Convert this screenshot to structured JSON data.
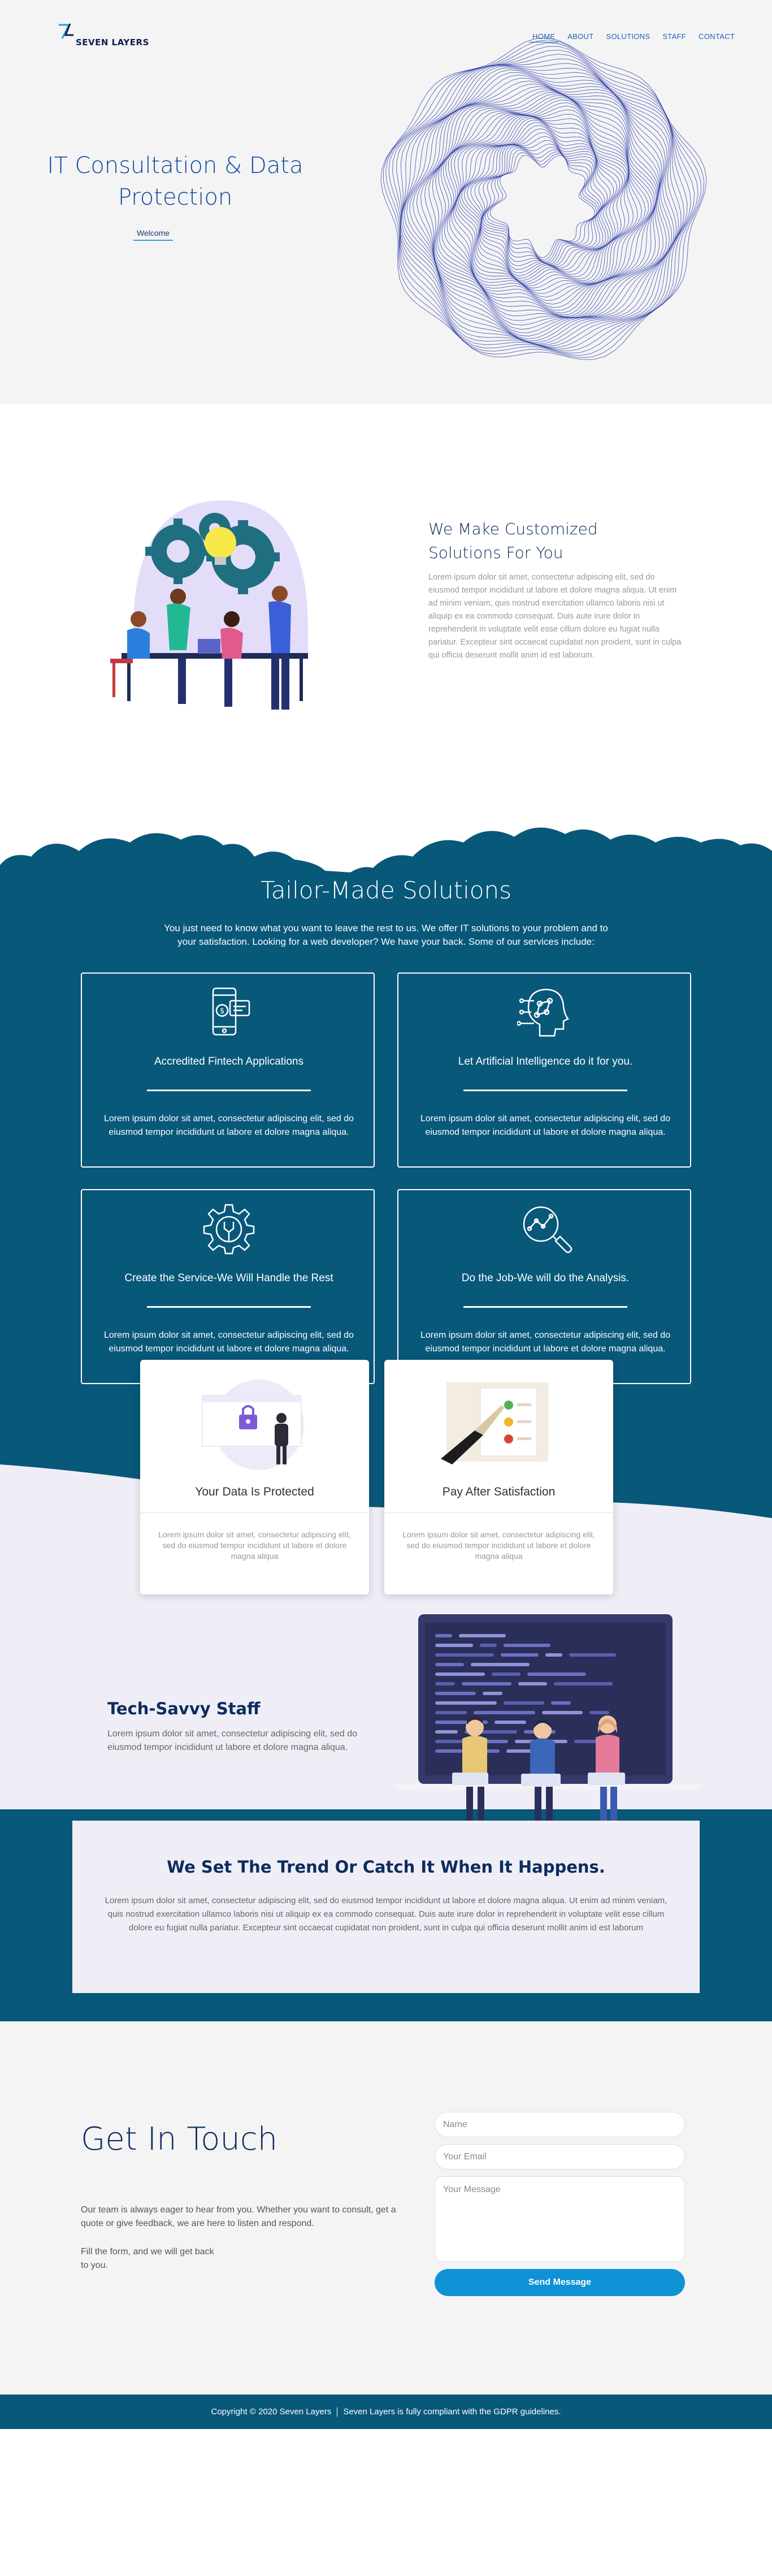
{
  "brand": {
    "name": "SEVEN LAYERS",
    "mark": "7L"
  },
  "nav": {
    "items": [
      {
        "label": "HOME"
      },
      {
        "label": "ABOUT"
      },
      {
        "label": "SOLUTIONS"
      },
      {
        "label": "STAFF"
      },
      {
        "label": "CONTACT"
      }
    ]
  },
  "hero": {
    "title": "IT Consultation & Data Protection",
    "button": "Welcome"
  },
  "custom": {
    "title": "We Make Customized Solutions For You",
    "text": "Lorem ipsum dolor sit amet, consectetur adipiscing elit, sed do eiusmod tempor incididunt ut labore et dolore magna aliqua. Ut enim ad minim veniam, quis nostrud exercitation ullamco laboris nisi ut aliquip ex ea commodo consequat. Duis aute irure dolor in reprehenderit in voluptate velit esse cillum dolore eu fugiat nulla pariatur. Excepteur sint occaecat cupidatat non proident, sunt in culpa qui officia deserunt mollit anim id est laborum."
  },
  "solutions": {
    "title": "Tailor-Made Solutions",
    "subtitle": "You just need to know what you want to leave the rest to us. We offer IT solutions to your problem and to your satisfaction. Looking for a web developer? We have your back. Some of our services include:",
    "services": [
      {
        "title": "Accredited Fintech Applications",
        "text": "Lorem ipsum dolor sit amet, consectetur adipiscing elit, sed do eiusmod tempor incididunt ut labore et dolore magna aliqua.",
        "icon": "mobile-payment-icon"
      },
      {
        "title": "Let Artificial Intelligence do it for you.",
        "text": "Lorem ipsum dolor sit amet, consectetur adipiscing elit, sed do eiusmod tempor incididunt ut labore et dolore magna aliqua.",
        "icon": "ai-head-icon"
      },
      {
        "title": "Create the Service-We Will Handle the Rest",
        "text": "Lorem ipsum dolor sit amet, consectetur adipiscing elit, sed do eiusmod tempor incididunt ut labore et dolore magna aliqua.",
        "icon": "gear-wrench-icon"
      },
      {
        "title": "Do the Job-We will do the Analysis.",
        "text": "Lorem ipsum dolor sit amet, consectetur adipiscing elit, sed do eiusmod tempor incididunt ut labore et dolore magna aliqua.",
        "icon": "analysis-magnifier-icon"
      }
    ],
    "features": [
      {
        "title": "Your Data Is Protected",
        "text": "Lorem ipsum dolor sit amet, consectetur adipiscing elit, sed do eiusmod tempor incididunt ut labore et dolore magna aliqua"
      },
      {
        "title": "Pay After Satisfaction",
        "text": "Lorem ipsum dolor sit amet, consectetur adipiscing elit, sed do eiusmod tempor incididunt ut labore et dolore magna aliqua"
      }
    ]
  },
  "staff": {
    "title": "Tech-Savvy Staff",
    "text": "Lorem ipsum dolor sit amet, consectetur adipiscing elit, sed do eiusmod tempor incididunt ut labore et dolore magna aliqua.",
    "trend_title": "We Set The Trend Or Catch It When It Happens.",
    "trend_text": "Lorem ipsum dolor sit amet, consectetur adipiscing elit, sed do eiusmod tempor incididunt ut labore et dolore magna aliqua. Ut enim ad minim veniam, quis nostrud exercitation ullamco laboris nisi ut aliquip ex ea commodo consequat. Duis aute irure dolor in reprehenderit in voluptate velit esse cillum dolore eu fugiat nulla pariatur. Excepteur sint occaecat cupidatat non proident, sunt in culpa qui officia deserunt mollit anim id est laborum"
  },
  "contact": {
    "title": "Get In Touch",
    "text": "Our team is always eager to hear from you. Whether you want to consult, get a quote or give feedback, we are here to listen and respond.",
    "text2": "Fill the form, and we will get back to you.",
    "name_placeholder": "Name",
    "email_placeholder": "Your Email",
    "message_placeholder": "Your Message",
    "send": "Send Message"
  },
  "footer": {
    "copyright": "Copyright © 2020 Seven Layers",
    "gdpr": "Seven Layers is fully compliant with the GDPR guidelines."
  },
  "colors": {
    "primary": "#08587a",
    "accent": "#0d92d5",
    "heading": "#0d2c5e",
    "nav": "#1c63b3"
  }
}
